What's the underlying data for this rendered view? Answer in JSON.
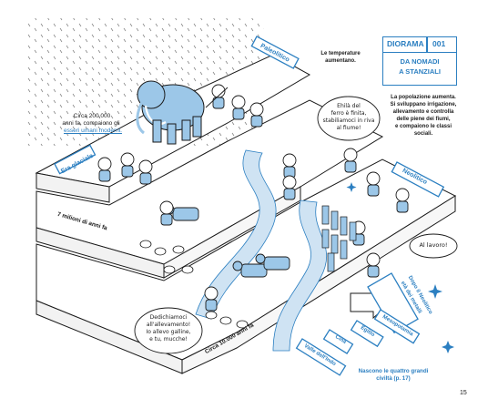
{
  "header": {
    "series_label": "DIORAMA",
    "series_number": "001",
    "title_line1": "DA NOMADI",
    "title_line2": "A STANZIALI"
  },
  "text": {
    "intro_line1": "Circa 200.000",
    "intro_line2": "anni fa, compaiono gli",
    "intro_line3": "esseri umani moderni.",
    "temp_line1": "Le temperature",
    "temp_line2": "aumentano.",
    "pop_line1": "La popolazione aumenta.",
    "pop_line2": "Si sviluppano irrigazione,",
    "pop_line3": "allevamento e controlla",
    "pop_line4": "delle piene dei fiumi,",
    "pop_line5": "e compaiono le classi",
    "pop_line6": "sociali.",
    "civ_line1": "Nascono le quattro grandi",
    "civ_line2": "civiltà (p. 17)"
  },
  "bubbles": {
    "iron_line1": "Ehilà del",
    "iron_line2": "ferro è finita,",
    "iron_line3": "stabiliamoci in riva",
    "iron_line4": "al fiume!",
    "work": "Al lavoro!",
    "settle_line1": "Dedichiamoci",
    "settle_line2": "all'allevamento!",
    "settle_line3": "Io allevo galline,",
    "settle_line4": "e tu, mucche!"
  },
  "signs": {
    "paleolithic": "Paleolitico",
    "ice_age": "Era glaciale",
    "neolithic": "Neolitico",
    "metal_age_line1": "Dopo il Neolitico",
    "metal_age_line2": "età dei metalli",
    "indus": "Valle dell'Indo",
    "china": "Cina",
    "egypt": "Egitto",
    "mesopotamia": "Mesopotamia"
  },
  "time_labels": {
    "seven_million": "7 milioni di anni fa",
    "ten_thousand": "Circa 10.000 anni fa"
  },
  "page_number": "15",
  "colors": {
    "accent": "#2b7fc1",
    "fill": "#9cc7e8",
    "water": "#cfe3f3",
    "line": "#1a1a1a"
  }
}
